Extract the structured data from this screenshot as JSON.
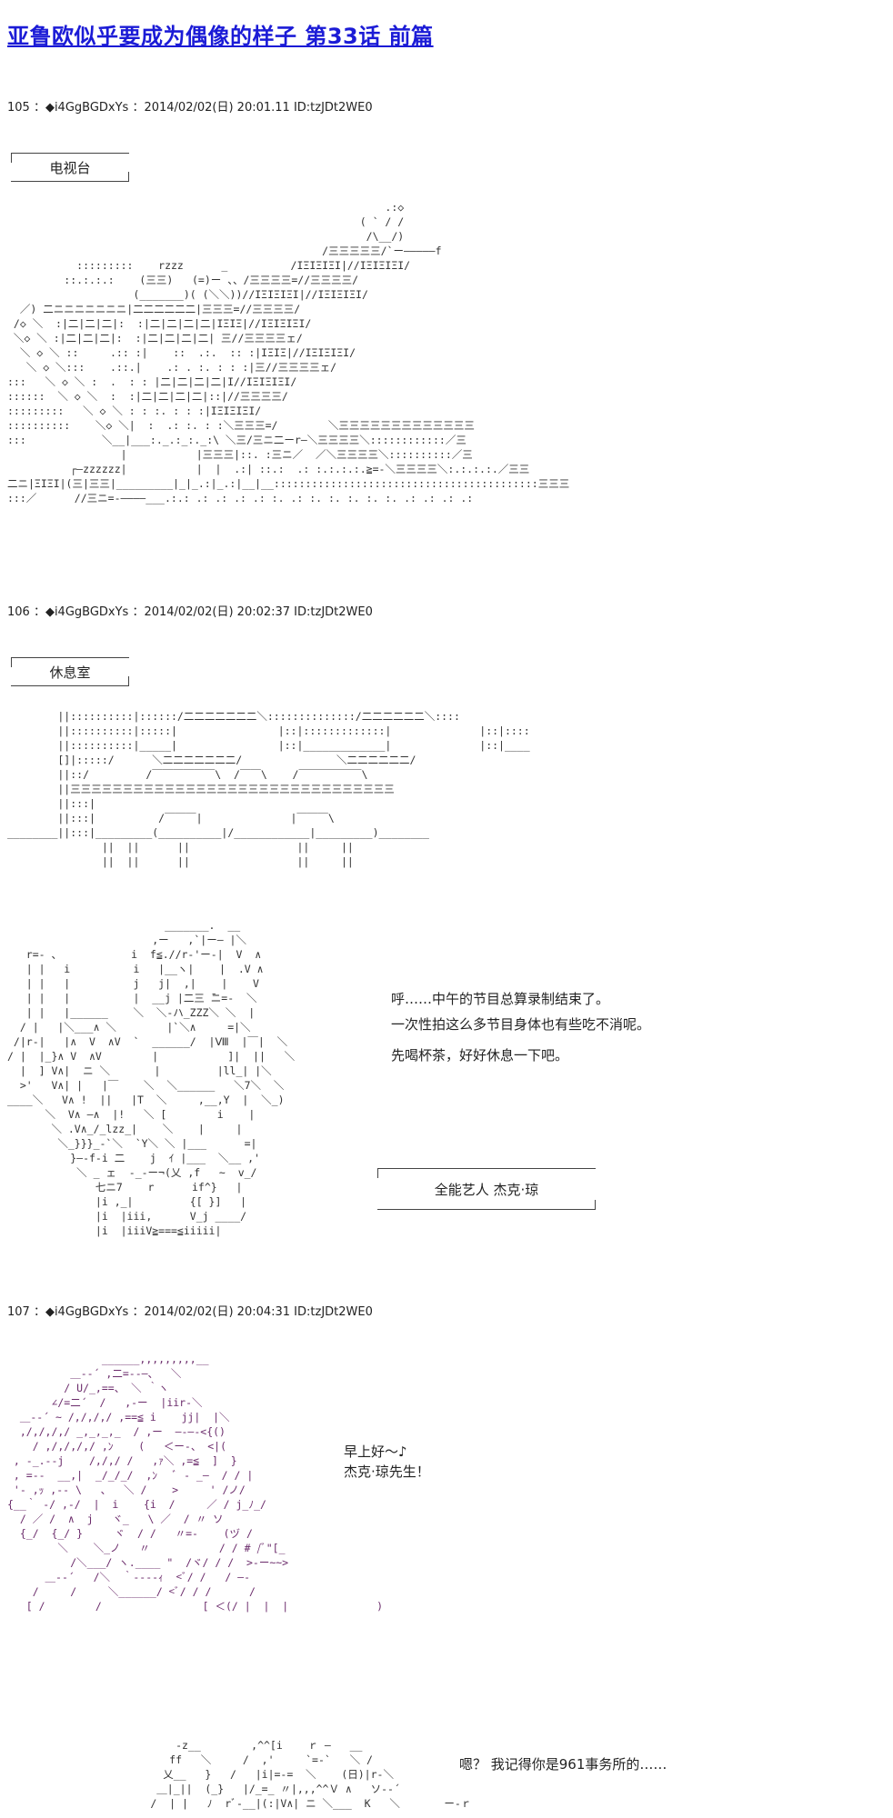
{
  "title": "亚鲁欧似乎要成为偶像的样子 第33话 前篇",
  "posts": [
    {
      "header": "105 ：◆i4GgBGDxYs ：2014/02/02(日) 20:01.11 ID:tzJDt2WE0"
    },
    {
      "header": "106 ：◆i4GgBGDxYs ：2014/02/02(日) 20:02:37 ID:tzJDt2WE0"
    },
    {
      "header": "107 ：◆i4GgBGDxYs ：2014/02/02(日) 20:04:31 ID:tzJDt2WE0"
    }
  ],
  "labels": {
    "tv_station": "电视台",
    "lounge": "休息室",
    "character_tag": "全能艺人  杰克·琼"
  },
  "dialogue": {
    "post106": [
      "呼……中午的节目总算录制结束了。",
      "一次性拍这么多节目身体也有些吃不消呢。",
      "",
      "先喝杯茶，好好休息一下吧。"
    ],
    "post107_a": [
      "早上好～♪",
      "杰克·琼先生！"
    ],
    "post107_b": [
      "嗯？  我记得你是961事务所的……"
    ]
  },
  "art": {
    "tv_station": "                                                            .:◇\n                                                        ( ` / /\n                                                         /\\__/)\n                                                  /三三三三三/`ー―――――f\n           :::::::::    rzzz      _          /ΙΞΙΞΙΞΙ|//ΙΞΙΞΙΞΙ/\n         ::.:.:.:    (三三)   (=)ー 、、/三三三三=//三三三三/\n                    (_______)( (＼＼))//ΙΞΙΞΙΞΙ|//ΙΞΙΞΙΞΙ/\n  ／) 二ニニニニニニニ|二二二二二二|三三三=//三三三三/\n /◇ ＼  :|二|二|二|:  :|二|二|二|二|ΙΞΙΞ|//ΙΞΙΞΙΞΙ/\n ＼◇ ＼ :|二|二|二|:  :|二|二|二|二| 三//三三三三ェ/\n  ＼ ◇ ＼ ::     .:: :|    ::  .:.  :: :|ΙΞΙΞ|//ΙΞΙΞΙΞΙ/\n   ＼ ◇ ＼:::    .::.|    .: . :. : : :|三//三三三三ェ/\n:::   ＼ ◇ ＼ :  .  : : |二|二|二|二|Ι//ΙΞΙΞΙΞΙ/\n::::::  ＼ ◇ ＼  :  :|二|二|二|二|::|//三三三三/\n:::::::::   ＼ ◇ ＼ : : :. : : :|ΙΞΙΞΙΞΙ/\n::::::::::    ＼◇ ＼|  :  .: :. : :＼三三三=/        ＼三三三三三三三三三三三三三\n:::            ＼__|___:._.:_:._:\\ ＼三/三ニ二ーr―＼三三三三＼::::::::::::／三\n                  |           |三三三|::. :三ニ／  ／＼三三三三＼::::::::::／三\n          ┌―zzzzzz|           |  |  .:| ::.:  .: :.:.:.:.≧=-＼三三三三＼:.:.:.:.／三三\n二ニ|ΞΙΞΙ|(三|三三|_________|_|_.:|_.:|__|__::::::::::::::::::::::::::::::::::::::::::三三三\n:::／      //三ニ=-――――___.:.: .: .: .: .: :. .: :. :. :. :. :. .: .: .: .:",
    "lounge": "        ||::::::::::|::::::/二二二二二二二＼::::::::::::::/二二二二二二＼::::\n        ||::::::::::|:::::|                |::|:::::::::::::|              |::|::::\n        ||::::::::::|_____|                |::|_____________|              |::|____\n        []|:::::/      ＼二二二二二二二/               ＼二二二二二二/\n        ||::/         /￣￣￣￣￣￣\\  /￣￣\\    /￣￣￣￣￣￣\\\n        ||三三三三三三三三三三三三三三三三三三三三三三三三三三三三三三三\n        ||:::|\n        ||:::|          /￣￣￣|              |￣￣￣\\\n________||:::|_________(__________|/____________|_________)________\n               ||  ||      ||                 ||     ||\n               ||  ||      ||                 ||     ||",
    "character": "                         _______.  __\n                       ,ー   ,`|ー― |＼\n   r=- 、           i  f≦.//r‐'ー‐|  V  ∧\n   | |   i          i   |__ヽ|    |  .V ∧\n   | |   |          j   j|  ,|    |    V\n   | |   |          |  __j |二三 ̄ニ=-  ＼\n   | |   |______    ＼  ＼‐ハ_ZZZ＼ ＼  |\n  / |   |＼___∧ ＼        |`＼∧     =|＼\n /|r-|   |∧  V  ∧V  `  ______/  |Ⅷ  |￣|  ＼\n/ |  |_}∧ V  ∧V        |           ]|  ||   ＼\n  |  ] V∧|  ニ ＼       |         |ll_| |＼\n  >'   V∧| |   |￣    ＼  ＼______   ＼7＼  ＼\n____＼   V∧ !  ||   |T  ＼     ,__,Y  |  ＼_)\n      ＼  V∧ ―∧  |!   ＼ [        i    |\n       ＼ .V∧_/_lzz_|    ＼    |     |\n        ＼_}}}_-`＼  `Y＼ ＼ |___      =|\n          }―-f-i 二    j  ｲ |___  ＼__ ,'\n           ＼ _ ェ  -_-ー¬(乂 ,f   ~  v_/\n              七ニ7    r      if^}   |\n              |i ,_|         {[ }]   |\n              |i  |iii,      V_j ____/\n              |i  |iiiV≧===≦iiiii|",
    "face": "               ______,,,,,,,,,__\n          ＿-‐´ ,二=‐-―、  ＼\n         / U/_,==、 ＼ ｀ヽ\n       ∠/=二´  /   ,-ー  |iir‐＼\n  ＿-‐´ ~ /,/,/,/ ,==≦ i    jj|  |＼\n  ,/,/,/,/ _,_,_,_  / ,ー  ―-―‐<{()\n    / ,/,/,/,/ ,ﾝ    (   ＜ー-、 <|(\n , ‐_.‐-j    /,/,/ /   ,ｧ＼ ,=≦  ]  }\n , =‐‐  __,|  _/_/_/  ,ﾝ   ﾞ ‐ _―  / / |\n '‐ ,ｯ ,-‐ \\   、  ＼ /    >     ' /ノ/\n{__｀ -/ ,-/  |  i    {i  /     ／ / j_ﾉ_/\n  / ／ /  ∧  j   ヾ_   \\ ／  / 〃 ソ\n  {_/  {_/ }     ヾ  / /   〃=‐    (ヅ /\n        ＼    ＼_ノ   〃           / / # /ﾞ\"[_\n          /＼___/ ヽ.____ \"  /ヾ/ / /  >-ー~~>\n      ＿-‐´   /＼  ｀----ｨ  <ﾞ/ /   / ―‐\n    /     /     ＼______/ <ﾞ/ / /      /\n   [ /        /                [ ＜(/ |  |  |              )",
    "bottom": "            -z__        ,^^[i    ｒ ―   __\n           ff   ＼     /  ,'     `=-`   ＼ /\n          乂__   }   /   |i|=-=  ＼    (日)|r‐＼\n         ＿|_||  (_}   |/_=_ 〃|,,,^^Ｖ ∧   ソ‐-´\n        /  | |   ﾉ  rﾞ‐__|(:|V∧| ニ ＼___  K   ＼       ー-ｒ"
  }
}
